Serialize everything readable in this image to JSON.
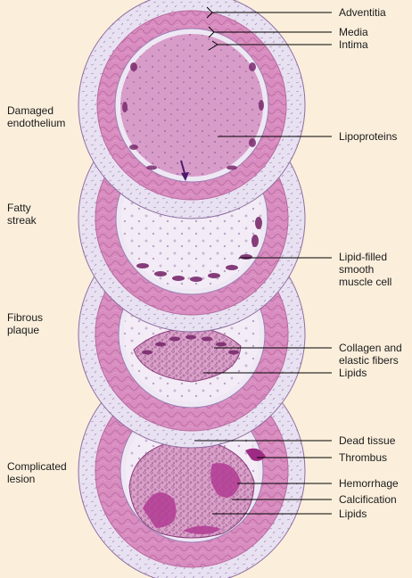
{
  "stages": [
    {
      "id": "damaged",
      "label": "Damaged\nendothelium"
    },
    {
      "id": "fatty",
      "label": "Fatty\nstreak"
    },
    {
      "id": "fibrous",
      "label": "Fibrous\nplaque"
    },
    {
      "id": "complicated",
      "label": "Complicated\nlesion"
    }
  ],
  "annotations": [
    {
      "id": "adventitia",
      "text": "Adventitia"
    },
    {
      "id": "media",
      "text": "Media"
    },
    {
      "id": "intima",
      "text": "Intima"
    },
    {
      "id": "lipoproteins",
      "text": "Lipoproteins"
    },
    {
      "id": "lipid-filled",
      "text": "Lipid-filled\nsmooth\nmuscle cell"
    },
    {
      "id": "collagen",
      "text": "Collagen and\nelastic fibers"
    },
    {
      "id": "lipids-1",
      "text": "Lipids"
    },
    {
      "id": "dead-tissue",
      "text": "Dead tissue"
    },
    {
      "id": "thrombus",
      "text": "Thrombus"
    },
    {
      "id": "hemorrhage",
      "text": "Hemorrhage"
    },
    {
      "id": "calcification",
      "text": "Calcification"
    },
    {
      "id": "lipids-2",
      "text": "Lipids"
    }
  ],
  "colors": {
    "background": "#fbefdc",
    "adventitia": "#e6def0",
    "media": "#d77fb6",
    "media_stroke": "#b86aa0",
    "intima": "#eee8f4",
    "lumen": "#f1e7f3",
    "lumen_first": "#d89cc9",
    "plaque": "#c57ab0",
    "cell": "#7a2a6d",
    "hemorrhage": "#b23b93",
    "arrow": "#4b1b6e",
    "leader": "#000000"
  }
}
